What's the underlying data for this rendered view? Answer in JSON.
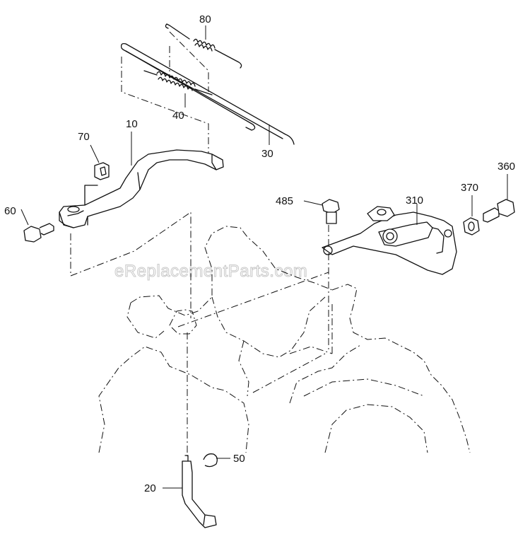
{
  "watermark": "eReplacementParts.com",
  "parts": {
    "p80": "80",
    "p40": "40",
    "p30": "30",
    "p10": "10",
    "p70": "70",
    "p60": "60",
    "p485": "485",
    "p310": "310",
    "p370": "370",
    "p360": "360",
    "p50": "50",
    "p20": "20"
  }
}
